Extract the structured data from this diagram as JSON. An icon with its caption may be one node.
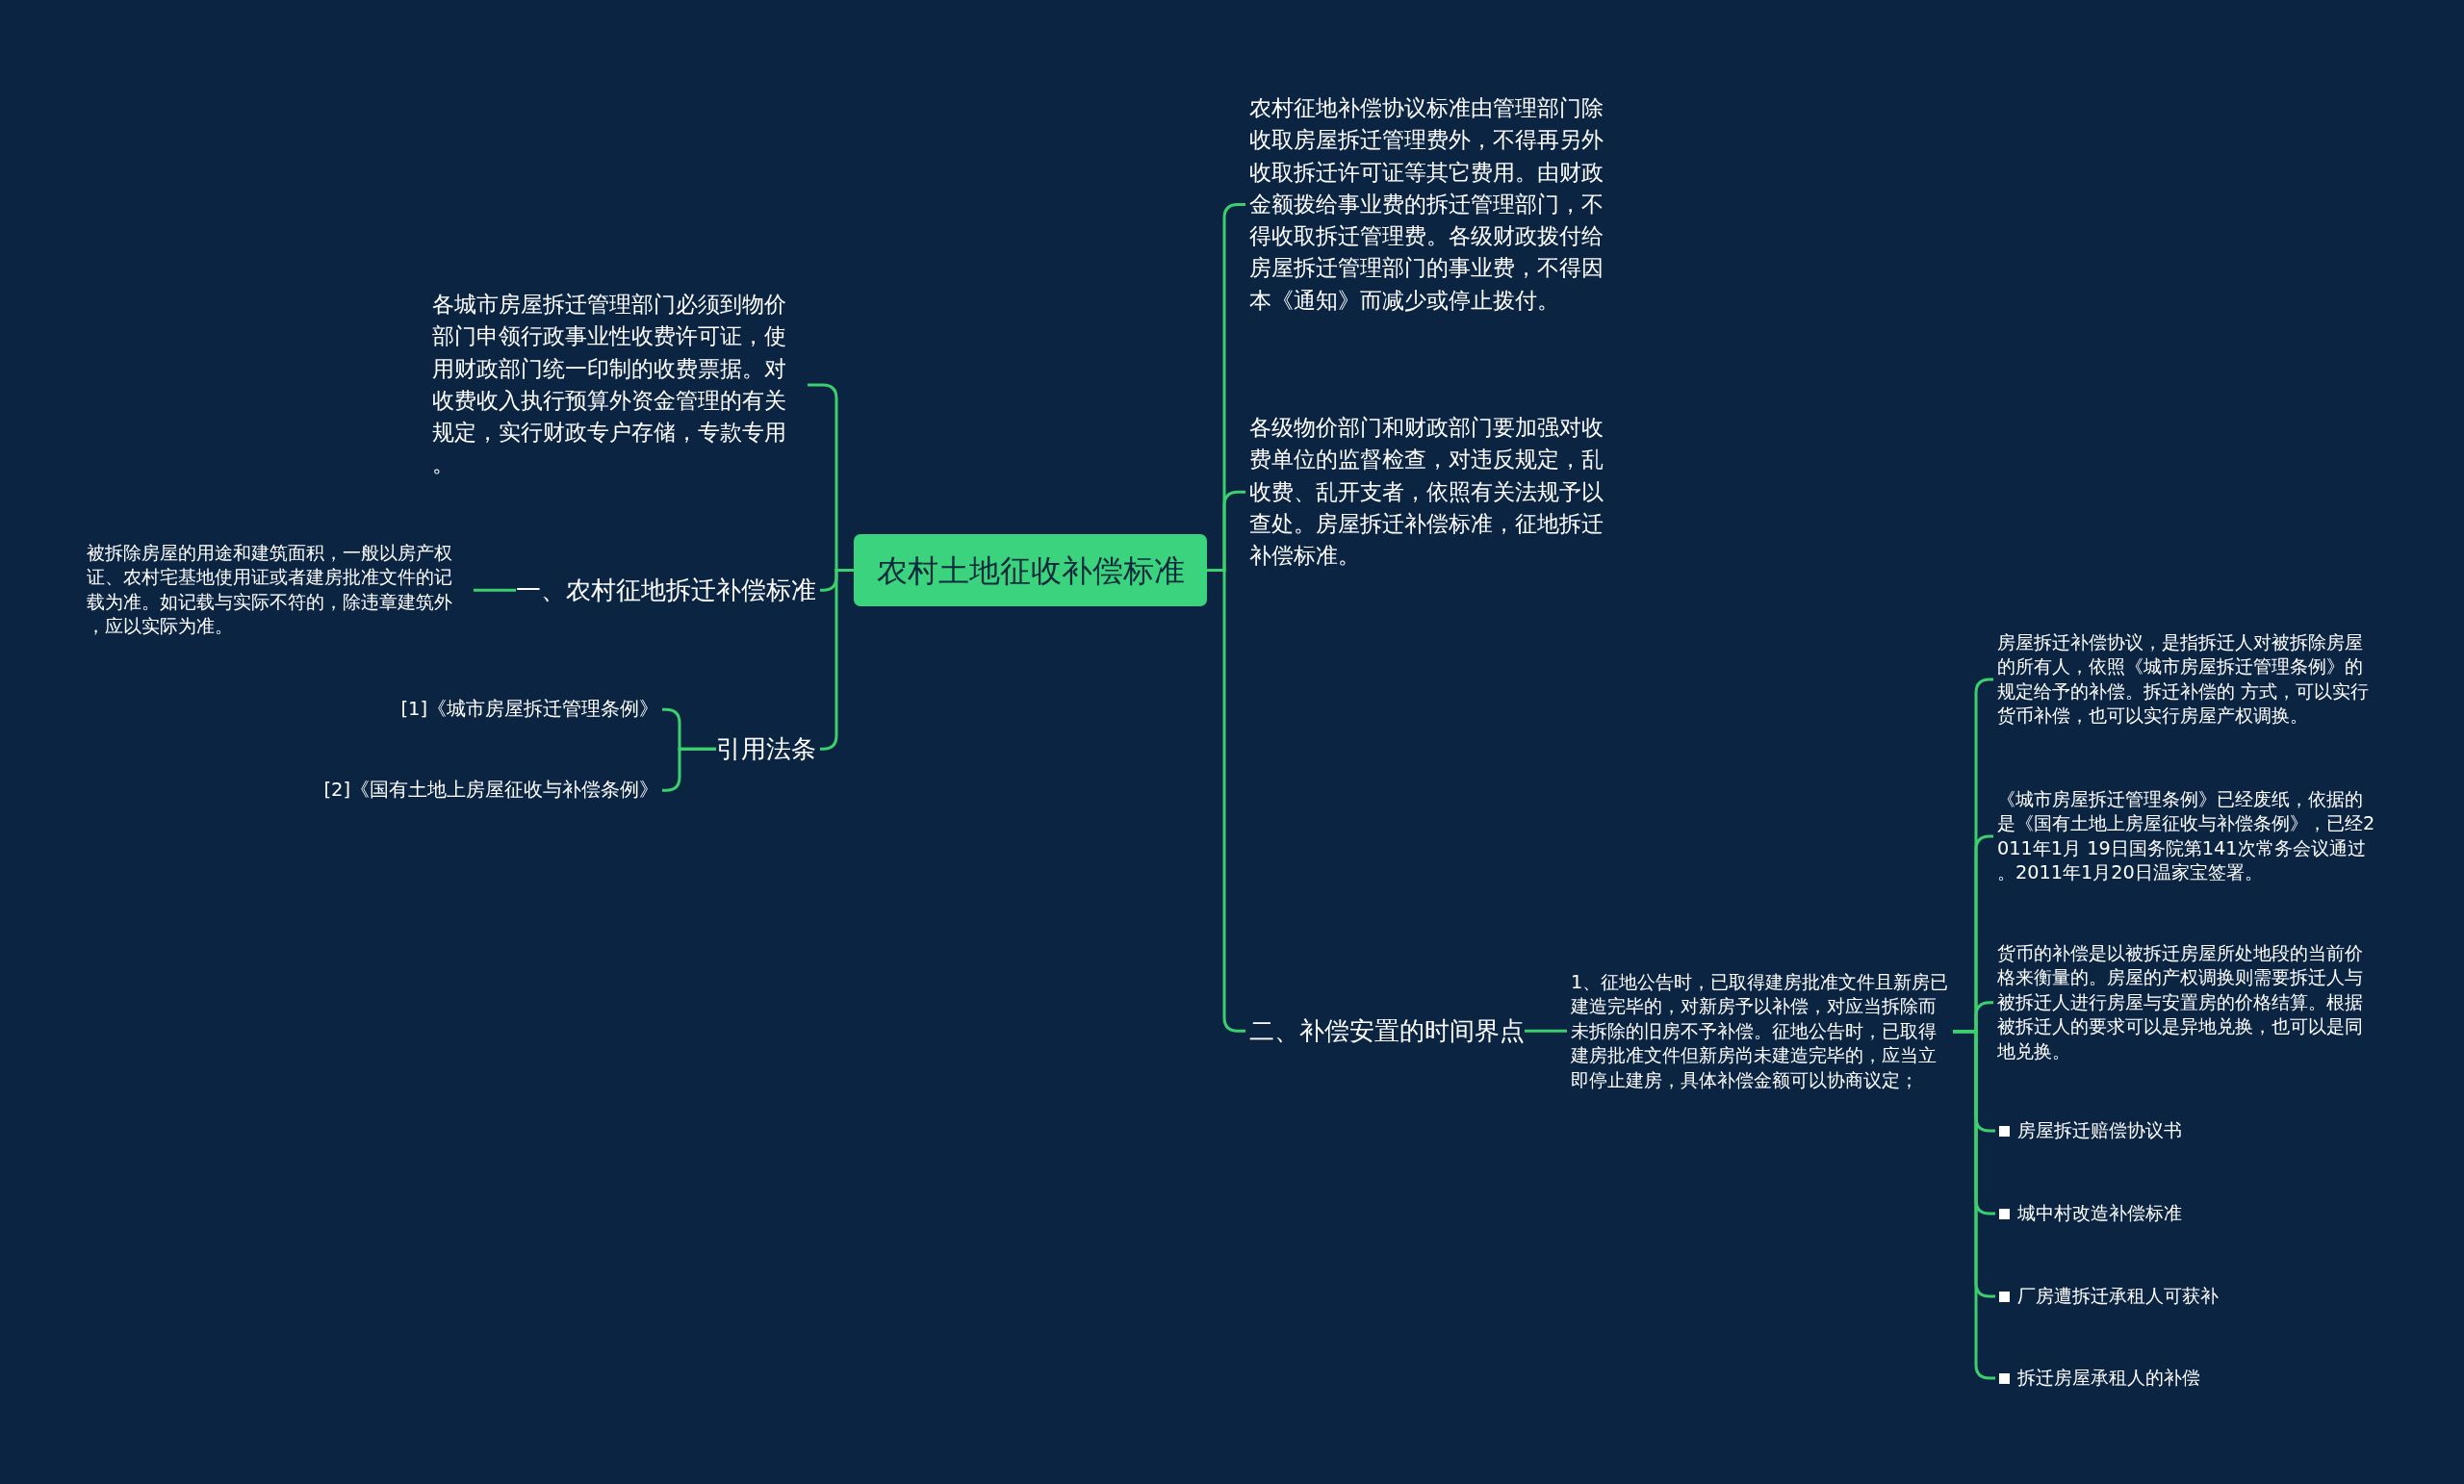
{
  "diagram": {
    "nodes": [
      {
        "text": [
          "农村土地征收补偿标准"
        ]
      },
      {
        "text": [
          "各城市房屋拆迁管理部门必须到物价部门申领行政事业性收费许可证，使用财政部门统一印制的收费票据。对收费收入执行预算外资金管理的有关规定，实行财政专户存储，专款专用。"
        ]
      },
      {
        "text": [
          "一、农村征地拆迁补偿标准"
        ]
      },
      {
        "text": [
          "被拆除房屋的用途和建筑面积，一般以房产权证、农村宅基地使用证或者建房批准文件的记载为准。如记载与实际不符的，除违章建筑外，应以实际为准。"
        ]
      },
      {
        "text": [
          "引用法条"
        ]
      },
      {
        "text": [
          "[1]《城市房屋拆迁管理条例》"
        ]
      },
      {
        "text": [
          "[2]《国有土地上房屋征收与补偿条例》"
        ]
      },
      {
        "text": [
          "农村征地补偿协议标准由管理部门除收取房屋拆迁管理费外，不得再另外收取拆迁许可证等其它费用。由财政金额拨给事业费的拆迁管理部门，不得收取拆迁管理费。各级财政拨付给房屋拆迁管理部门的事业费，不得因本《通知》而减少或停止拨付。"
        ]
      },
      {
        "text": [
          "各级物价部门和财政部门要加强对收费单位的监督检查，对违反规定，乱收费、乱开支者，依照有关法规予以查处。房屋拆迁补偿标准，征地拆迁补偿标准。"
        ]
      },
      {
        "text": [
          "二、补偿安置的时间界点"
        ]
      },
      {
        "text": [
          "1、征地公告时，已取得建房批准文件且新房已建造完毕的，对新房予以补偿，对应当拆除而未拆除的旧房不予补偿。征地公告时，已取得建房批准文件但新房尚未建造完毕的，应当立即停止建房，具体补偿金额可以协商议定；"
        ]
      },
      {
        "text": [
          "房屋拆迁补偿协议，是指拆迁人对被拆除房屋的所有人，依照《城市房屋拆迁管理条例》的规定给予的补偿。拆迁补偿的 方式，可以实行货币补偿，也可以实行房屋产权调换。"
        ]
      },
      {
        "text": [
          "《城市房屋拆迁管理条例》已经废纸，依据的是《国有土地上房屋征收与补偿条例》，已经2011年1月 19日国务院第141次常务会议通过。2011年1月20日温家宝签署。"
        ]
      },
      {
        "text": [
          "货币的补偿是以被拆迁房屋所处地段的当前价格来衡量的。房屋的产权调换则需要拆迁人与被拆迁人进行房屋与安置房的价格结算。根据被拆迁人的要求可以是异地兑换，也可以是同地兑换。"
        ]
      },
      {
        "text": [
          "房屋拆迁赔偿协议书"
        ]
      },
      {
        "text": [
          "城中村改造补偿标准"
        ]
      },
      {
        "text": [
          "厂房遭拆迁承租人可获补"
        ]
      },
      {
        "text": [
          "拆迁房屋承租人的补偿"
        ]
      }
    ],
    "edges": [
      {
        "from": 0,
        "to": 1,
        "arrow": "none"
      },
      {
        "from": 0,
        "to": 2,
        "arrow": "none"
      },
      {
        "from": 0,
        "to": 4,
        "arrow": "none"
      },
      {
        "from": 2,
        "to": 3,
        "arrow": "none"
      },
      {
        "from": 4,
        "to": 5,
        "arrow": "none"
      },
      {
        "from": 4,
        "to": 6,
        "arrow": "none"
      },
      {
        "from": 0,
        "to": 7,
        "arrow": "none"
      },
      {
        "from": 0,
        "to": 8,
        "arrow": "none"
      },
      {
        "from": 0,
        "to": 9,
        "arrow": "none"
      },
      {
        "from": 9,
        "to": 10,
        "arrow": "none"
      },
      {
        "from": 10,
        "to": 11,
        "arrow": "none"
      },
      {
        "from": 10,
        "to": 12,
        "arrow": "none"
      },
      {
        "from": 10,
        "to": 13,
        "arrow": "none"
      },
      {
        "from": 10,
        "to": 14,
        "arrow": "none"
      },
      {
        "from": 10,
        "to": 15,
        "arrow": "none"
      },
      {
        "from": 10,
        "to": 16,
        "arrow": "none"
      },
      {
        "from": 10,
        "to": 17,
        "arrow": "none"
      }
    ]
  }
}
